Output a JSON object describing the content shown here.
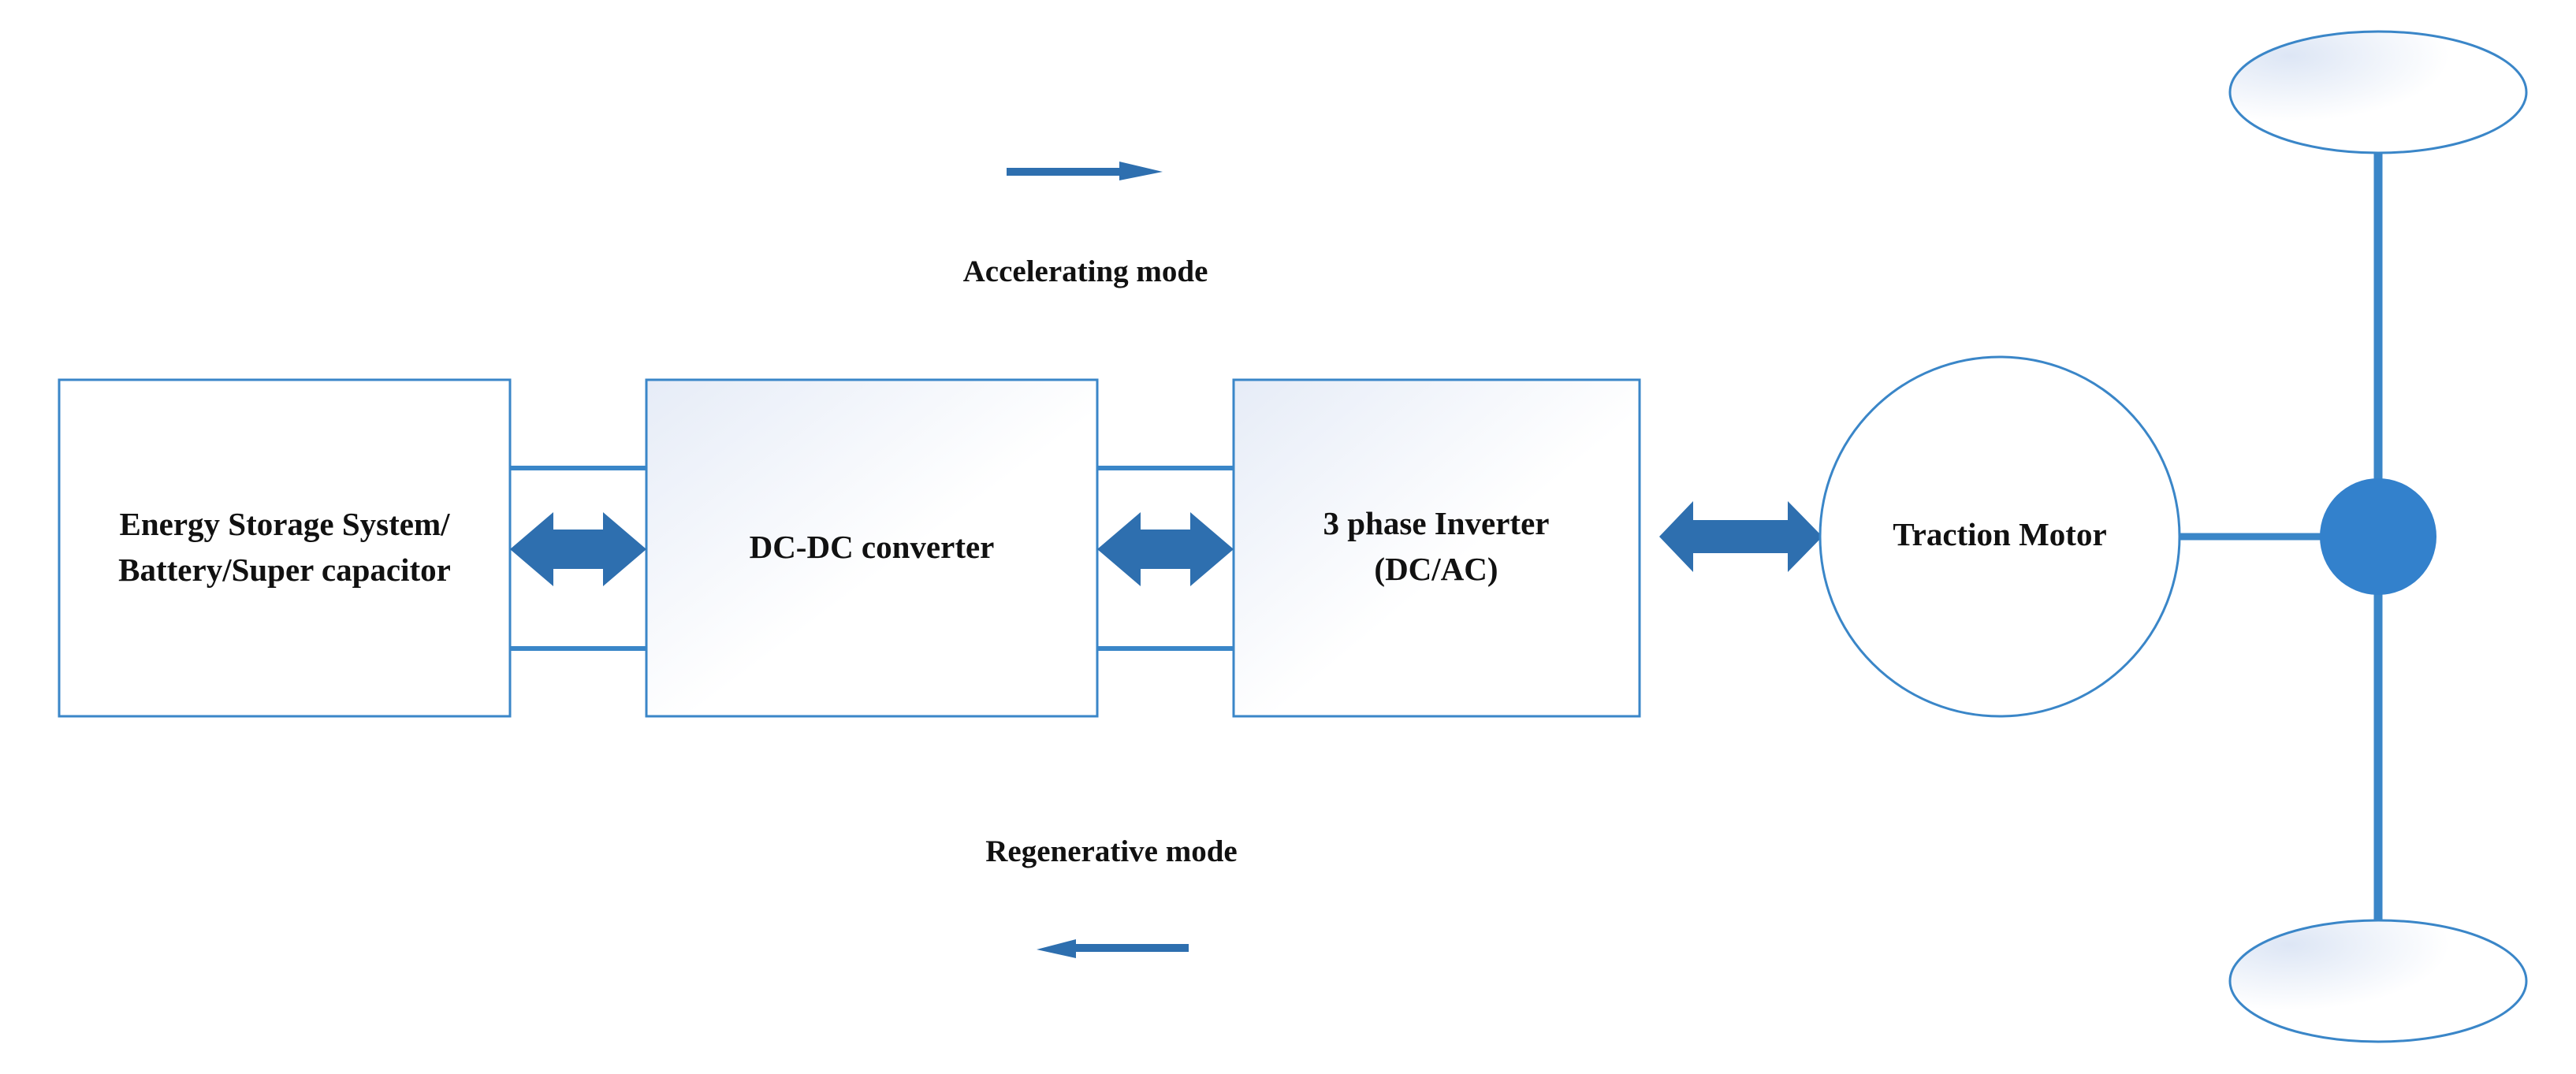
{
  "labels": {
    "accelerating_mode": "Accelerating mode",
    "regenerative_mode": "Regenerative mode"
  },
  "blocks": {
    "energy_storage": {
      "line1": "Energy Storage System/",
      "line2": "Battery/Super capacitor"
    },
    "dcdc_converter": {
      "line1": "DC-DC converter"
    },
    "inverter": {
      "line1": "3 phase Inverter",
      "line2": "(DC/AC)"
    },
    "motor": {
      "line1": "Traction Motor"
    }
  },
  "colors": {
    "line_blue": "#3a86c8",
    "arrow_blue": "#2e6faf",
    "hub_blue": "#3381cc",
    "box_fill_light": "#e9eef8",
    "text": "#111111"
  }
}
